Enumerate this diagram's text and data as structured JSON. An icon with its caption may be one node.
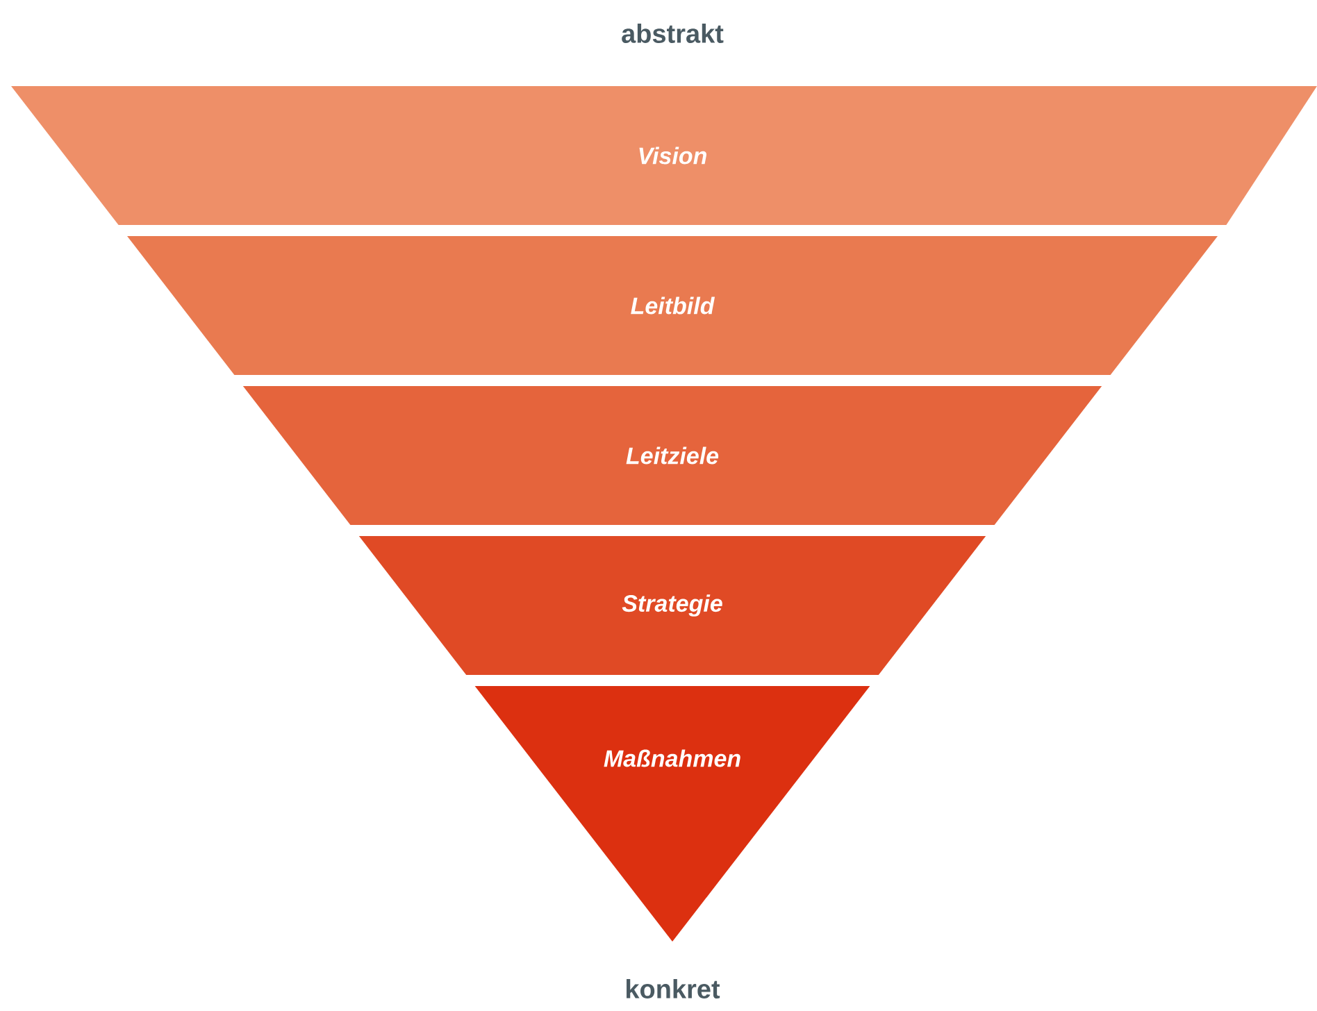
{
  "diagram": {
    "nodes": [
      {
        "text": [
          "Vision"
        ]
      },
      {
        "text": [
          "Leitbild"
        ]
      },
      {
        "text": [
          "Leitziele"
        ]
      },
      {
        "text": [
          "Strategie"
        ]
      },
      {
        "text": [
          "Maßnahmen"
        ]
      }
    ],
    "labels": [
      "abstrakt",
      "konkret"
    ]
  }
}
